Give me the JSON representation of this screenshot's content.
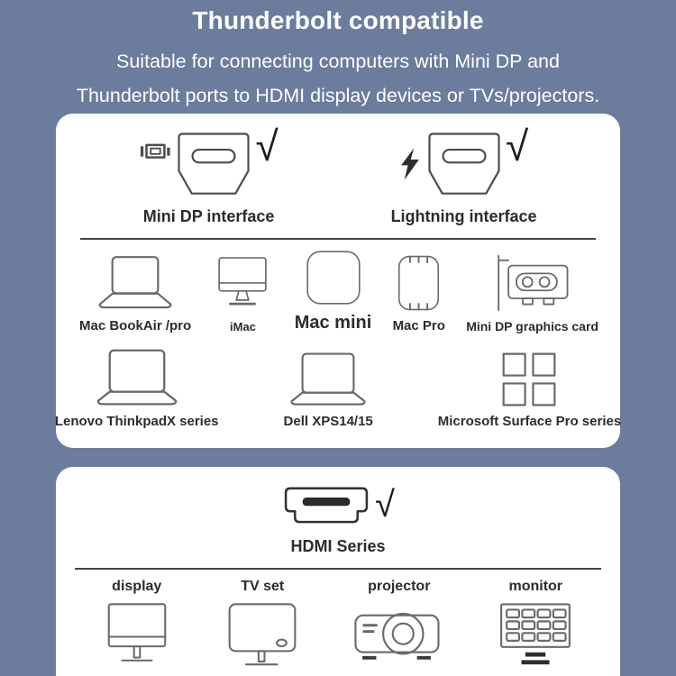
{
  "colors": {
    "background": "#6b7c9d",
    "card": "#ffffff",
    "text_dark": "#2c2c2c",
    "title_text": "#ffffff",
    "icon_stroke": "#6a6a6a",
    "divider": "#454545"
  },
  "shared": {
    "check": "√"
  },
  "header": {
    "title": "Thunderbolt compatible",
    "subtitle_line1": "Suitable for connecting computers with Mini DP and",
    "subtitle_line2": "Thunderbolt ports to HDMI display devices or TVs/projectors."
  },
  "card1": {
    "interfaces": [
      {
        "label": "Mini DP interface",
        "icon": "mini-dp-connector-icon"
      },
      {
        "label": "Lightning interface",
        "icon": "lightning-connector-icon"
      }
    ],
    "devices_row1": [
      {
        "label": "Mac BookAir /pro",
        "icon": "macbook-laptop-icon"
      },
      {
        "label": "iMac",
        "icon": "imac-monitor-icon"
      },
      {
        "label": "Mac mini",
        "icon": "mac-mini-icon"
      },
      {
        "label": "Mac Pro",
        "icon": "mac-pro-icon"
      },
      {
        "label": "Mini DP graphics card",
        "icon": "graphics-card-icon"
      }
    ],
    "devices_row2": [
      {
        "label": "Lenovo ThinkpadX series",
        "icon": "laptop-icon"
      },
      {
        "label": "Dell XPS14/15",
        "icon": "laptop-icon"
      },
      {
        "label": "Microsoft Surface Pro series",
        "icon": "microsoft-logo-icon"
      }
    ]
  },
  "card2": {
    "interface": {
      "label": "HDMI Series",
      "icon": "hdmi-connector-icon"
    },
    "devices": [
      {
        "label": "display",
        "icon": "display-monitor-icon"
      },
      {
        "label": "TV set",
        "icon": "tv-set-icon"
      },
      {
        "label": "projector",
        "icon": "projector-icon"
      },
      {
        "label": "monitor",
        "icon": "monitor-wall-icon"
      }
    ]
  }
}
